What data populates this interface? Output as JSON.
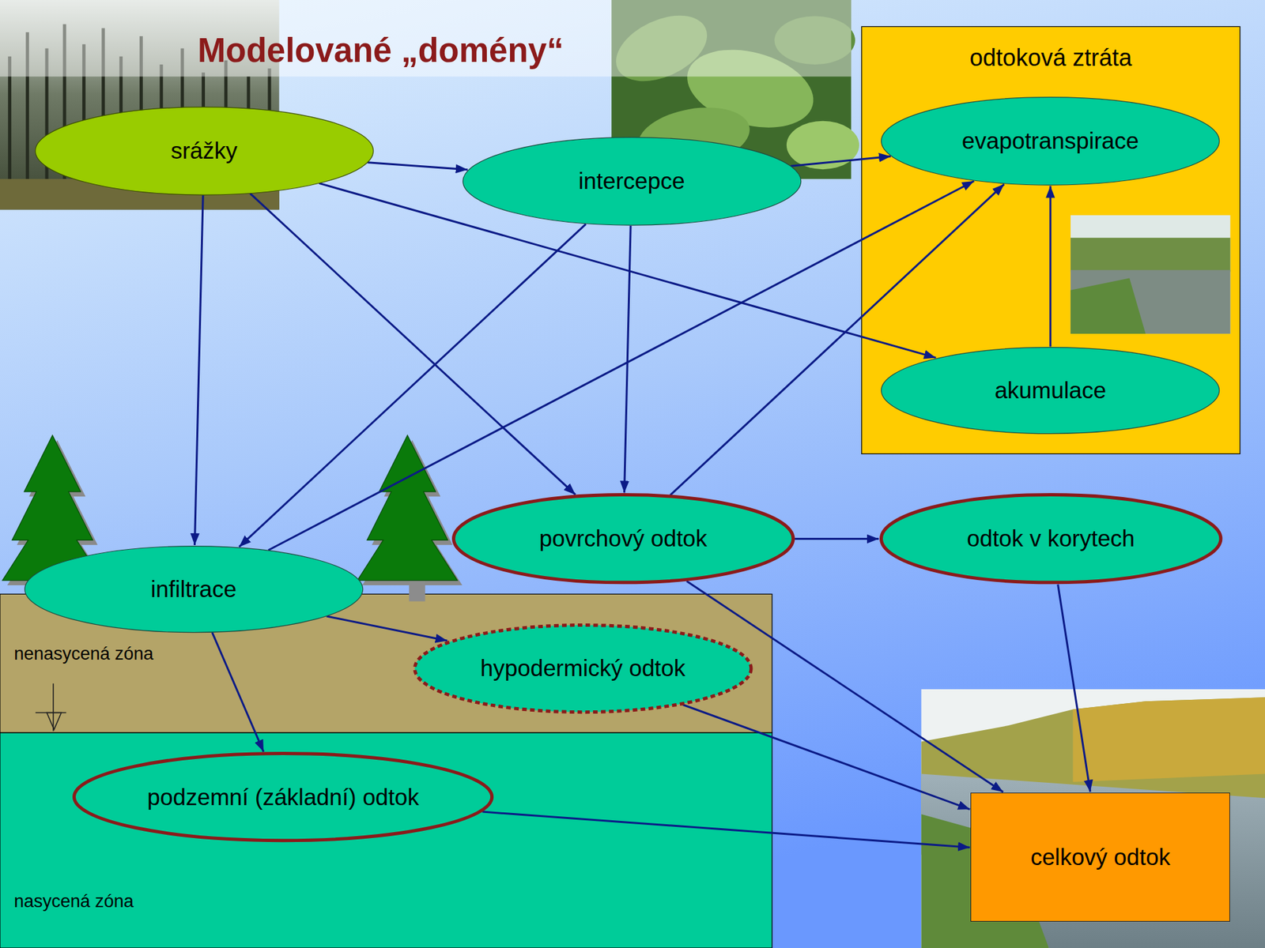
{
  "diagram": {
    "title": "Modelované „domény“",
    "nodes": [
      {
        "text": [
          "srážky"
        ]
      },
      {
        "text": [
          "intercepce"
        ]
      },
      {
        "text": [
          "odtoková ztráta"
        ]
      },
      {
        "text": [
          "evapotranspirace"
        ],
        "in": 2
      },
      {
        "text": [
          "akumulace"
        ],
        "in": 2
      },
      {
        "text": [
          "povrchový odtok"
        ]
      },
      {
        "text": [
          "odtok v korytech"
        ]
      },
      {
        "text": [
          "infiltrace"
        ]
      },
      {
        "text": [
          "nenasycená zóna"
        ]
      },
      {
        "text": [
          "hypodermický odtok"
        ],
        "in": 8
      },
      {
        "text": [
          "nasycená zóna"
        ]
      },
      {
        "text": [
          "podzemní (základní) odtok"
        ],
        "in": 10
      },
      {
        "text": [
          "celkový odtok"
        ]
      }
    ],
    "edges": [
      {
        "from": 0,
        "to": 1,
        "arrow": "to"
      },
      {
        "from": 0,
        "to": 7,
        "arrow": "to"
      },
      {
        "from": 0,
        "to": 5,
        "arrow": "to"
      },
      {
        "from": 0,
        "to": 4,
        "arrow": "to"
      },
      {
        "from": 1,
        "to": 3,
        "arrow": "to"
      },
      {
        "from": 1,
        "to": 7,
        "arrow": "to"
      },
      {
        "from": 1,
        "to": 5,
        "arrow": "to"
      },
      {
        "from": 7,
        "to": 3,
        "arrow": "to"
      },
      {
        "from": 5,
        "to": 3,
        "arrow": "to"
      },
      {
        "from": 4,
        "to": 3,
        "arrow": "to"
      },
      {
        "from": 5,
        "to": 6,
        "arrow": "to"
      },
      {
        "from": 5,
        "to": 12,
        "arrow": "to"
      },
      {
        "from": 6,
        "to": 12,
        "arrow": "to"
      },
      {
        "from": 7,
        "to": 9,
        "arrow": "to"
      },
      {
        "from": 7,
        "to": 11,
        "arrow": "to"
      },
      {
        "from": 9,
        "to": 12,
        "arrow": "to"
      },
      {
        "from": 11,
        "to": 12,
        "arrow": "to"
      }
    ]
  }
}
